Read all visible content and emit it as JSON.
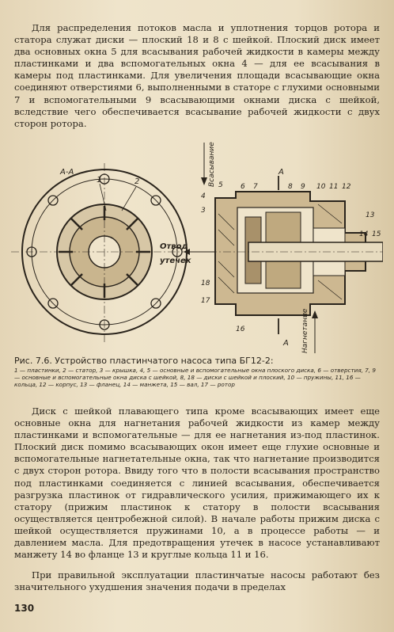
{
  "paragraph_1": "Для распределения потоков масла и уплотнения торцов ротора и статора служат диски — плоский 18 и 8 с шейкой. Плоский диск имеет два основных окна 5 для всасывания рабочей жидкости в камеры между пластинками и два вспомогательных окна 4 — для ее всасывания в камеры под пластинками. Для увеличения площади всасывающие окна соединяют отверстиями 6, выполненными в статоре с глухими основными 7 и вспомогательными 9 всасывающими окнами диска с шейкой, вследствие чего обеспечивается всасывание рабочей жидкости с двух сторон ротора.",
  "figure": {
    "section_label": "А-А",
    "section_marker": "А",
    "arrow_suction": "Всасывание",
    "arrow_discharge": "Нагнетание",
    "leak_label_line1": "Отвод",
    "leak_label_line2": "утечек",
    "left_callouts": [
      "1",
      "2"
    ],
    "right_callouts": [
      "5",
      "4",
      "3",
      "6",
      "7",
      "8",
      "9",
      "10",
      "11",
      "12",
      "13",
      "14",
      "15",
      "18",
      "17",
      "16"
    ]
  },
  "caption": {
    "title": "Рис. 7.6. Устройство пластинчатого насоса типа БГ12-2:",
    "legend": "1 — пластинки, 2 — статор, 3 — крышка, 4, 5 — основные и вспомогательные окна плоского диска, 6 — отверстия, 7, 9 — основные и вспомогательные окна диска с шейкой, 8, 18 — диски с шейкой и плоский, 10 — пружины, 11, 16 — кольца, 12 — корпус, 13 — фланец, 14 — манжета, 15 — вал, 17 — ротор"
  },
  "paragraph_2": "Диск с шейкой плавающего типа кроме всасывающих имеет еще основные окна для нагнетания рабочей жидкости из камер между пластинками и вспомогательные — для ее нагнетания из-под пластинок. Плоский диск помимо всасывающих окон имеет еще глухие основные и вспомогательные нагнетательные окна, так что нагнетание производится с двух сторон ротора. Ввиду того что в полости всасывания пространство под пластинками соединяется с линией всасывания, обеспечивается разгрузка пластинок от гидравлического усилия, прижимающего их к статору (прижим пластинок к статору в полости всасывания осуществляется центробежной силой). В начале работы прижим диска с шейкой осуществляется пружинами 10, а в процессе работы — и давлением масла. Для предотвращения утечек в насосе устанавливают манжету 14 во фланце 13 и круглые кольца 11 и 16.",
  "paragraph_3": "При правильной эксплуатации пластинчатые насосы работают без значительного ухудшения значения подачи в пределах",
  "page_number": "130"
}
